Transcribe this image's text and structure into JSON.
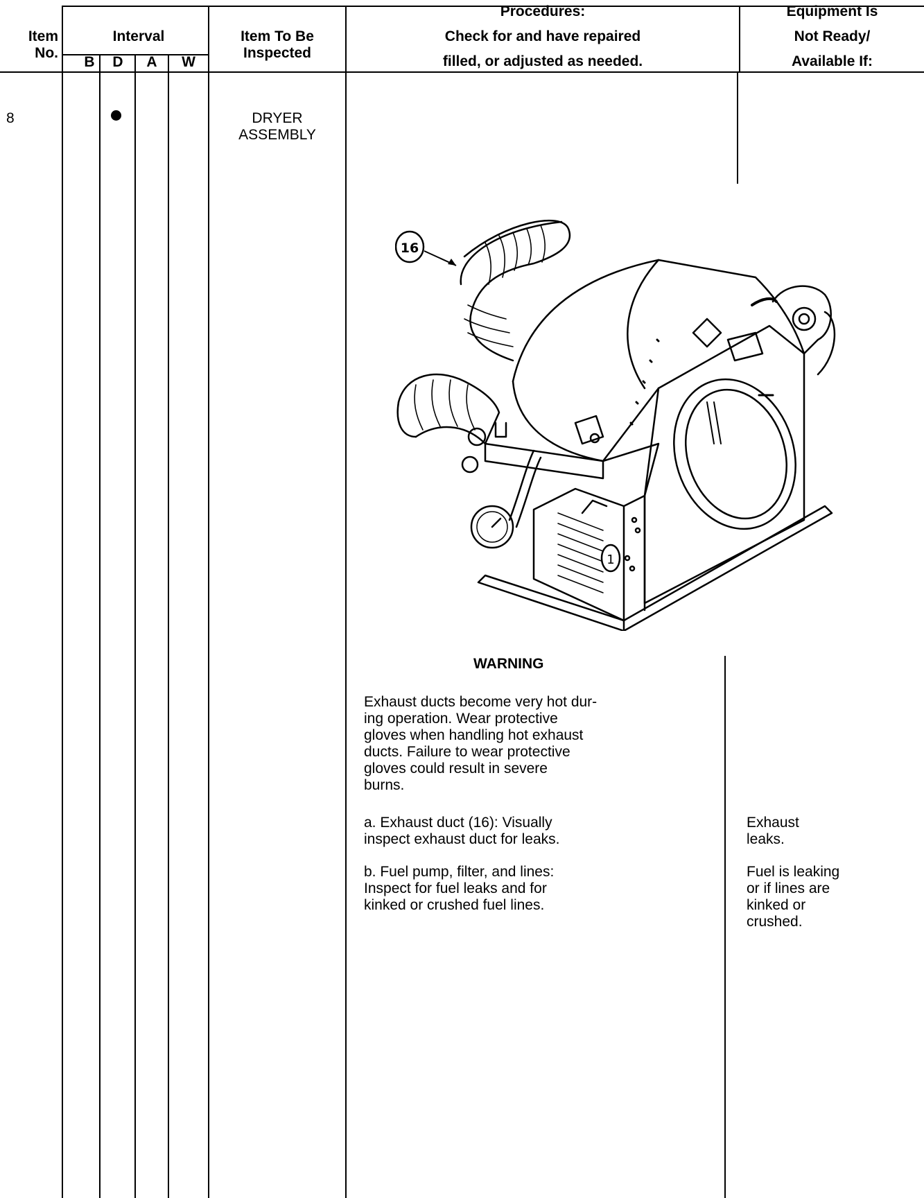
{
  "header": {
    "item_no_line1": "Item",
    "item_no_line2": "No.",
    "interval_title": "Interval",
    "interval_cols": [
      "B",
      "D",
      "A",
      "W"
    ],
    "inspected_line1": "Item To Be",
    "inspected_line2": "Inspected",
    "procedures_line1": "Procedures:",
    "procedures_line2": "Check for and have repaired",
    "procedures_line3": "filled, or adjusted as needed.",
    "equipment_line1": "Equipment Is",
    "equipment_line2": "Not Ready/",
    "equipment_line3": "Available If:"
  },
  "row": {
    "item_no": "8",
    "interval_marked": "D",
    "item_line1": "DRYER",
    "item_line2": "ASSEMBLY"
  },
  "figure": {
    "callout_duct": "16",
    "callout_unit": "1"
  },
  "warning": {
    "title": "WARNING",
    "lines": [
      "Exhaust ducts become very hot dur-",
      "ing operation.  Wear protective",
      "gloves when handling hot exhaust",
      "ducts.  Failure to wear protective",
      "gloves could result in severe",
      "burns."
    ]
  },
  "procedures": [
    {
      "lines": [
        "a.  Exhaust duct (16):  Visually",
        "inspect exhaust duct for leaks."
      ],
      "not_ready": [
        "Exhaust",
        "leaks."
      ]
    },
    {
      "lines": [
        "b.  Fuel pump, filter, and lines:",
        "Inspect for fuel leaks and for",
        "kinked or crushed fuel lines."
      ],
      "not_ready": [
        "Fuel is leaking",
        "or if lines are",
        "kinked or",
        "crushed."
      ]
    }
  ]
}
